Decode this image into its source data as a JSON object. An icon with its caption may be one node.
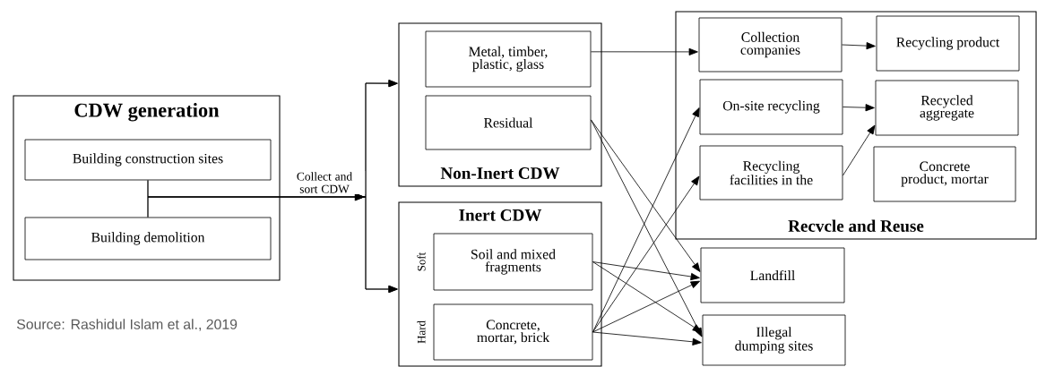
{
  "diagram": {
    "caption": "Source: Rashidul Islam et al., 2019",
    "nodes": [
      {
        "text": [
          "CDW generation"
        ]
      },
      {
        "text": [
          "Building construction sites"
        ],
        "in": 0
      },
      {
        "text": [
          "Building demolition"
        ],
        "in": 0
      },
      {
        "text": [
          "Non-Inert CDW"
        ]
      },
      {
        "text": [
          "Metal, timber, plastic, glass"
        ],
        "in": 3
      },
      {
        "text": [
          "Residual"
        ],
        "in": 3
      },
      {
        "text": [
          "Inert CDW"
        ]
      },
      {
        "text": [
          "Soil and mixed fragments"
        ],
        "in": 6,
        "beside": [
          "Soft"
        ]
      },
      {
        "text": [
          "Concrete, mortar, brick"
        ],
        "in": 6,
        "beside": [
          "Hard"
        ]
      },
      {
        "text": [
          "Recvcle and Reuse"
        ]
      },
      {
        "text": [
          "Collection companies"
        ],
        "in": 9
      },
      {
        "text": [
          "Recycling product"
        ],
        "in": 9
      },
      {
        "text": [
          "On-site recycling"
        ],
        "in": 9
      },
      {
        "text": [
          "Recycled aggregate"
        ],
        "in": 9
      },
      {
        "text": [
          "Recycling facilities in the"
        ],
        "in": 9
      },
      {
        "text": [
          "Concrete product, mortar"
        ],
        "in": 9
      },
      {
        "text": [
          "Landfill"
        ]
      },
      {
        "text": [
          "Illegal dumping sites"
        ]
      }
    ],
    "edges": [
      {
        "from": 1,
        "to": 3,
        "arrow": "to",
        "label": "Collect and sort CDW"
      },
      {
        "from": 1,
        "to": 6,
        "arrow": "to"
      },
      {
        "from": 2,
        "to": 3,
        "arrow": "to"
      },
      {
        "from": 2,
        "to": 6,
        "arrow": "to"
      },
      {
        "from": 4,
        "to": 10,
        "arrow": "to"
      },
      {
        "from": 10,
        "to": 11,
        "arrow": "to"
      },
      {
        "from": 12,
        "to": 13,
        "arrow": "to"
      },
      {
        "from": 14,
        "to": 13,
        "arrow": "to"
      },
      {
        "from": 5,
        "to": 16,
        "arrow": "to"
      },
      {
        "from": 5,
        "to": 17,
        "arrow": "to"
      },
      {
        "from": 7,
        "to": 16,
        "arrow": "to"
      },
      {
        "from": 7,
        "to": 17,
        "arrow": "to"
      },
      {
        "from": 8,
        "to": 12,
        "arrow": "to"
      },
      {
        "from": 8,
        "to": 14,
        "arrow": "to"
      },
      {
        "from": 8,
        "to": 16,
        "arrow": "to"
      },
      {
        "from": 8,
        "to": 17,
        "arrow": "to"
      }
    ]
  }
}
